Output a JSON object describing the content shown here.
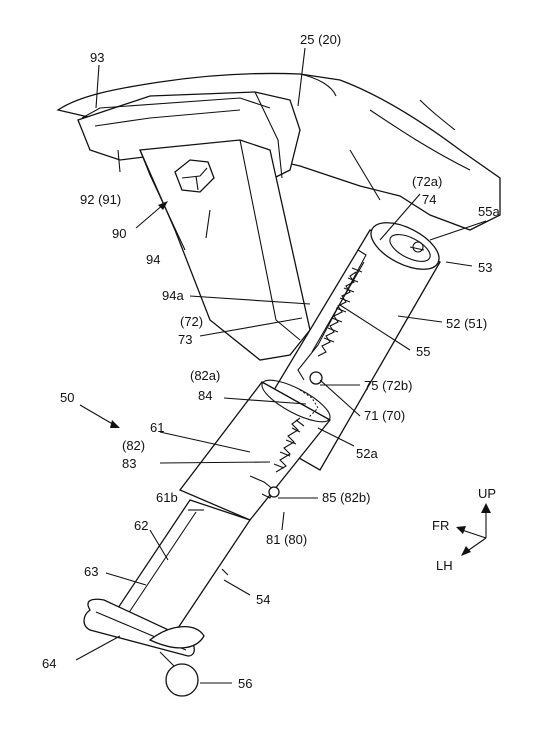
{
  "labels": {
    "l93": "93",
    "l25_20": "25 (20)",
    "l92_91": "92 (91)",
    "l90": "90",
    "l94": "94",
    "l72a": "(72a)",
    "l74": "74",
    "l55a": "55a",
    "l53": "53",
    "l94a": "94a",
    "l72": "(72)",
    "l73": "73",
    "l52_51": "52 (51)",
    "l55": "55",
    "l82a": "(82a)",
    "l84": "84",
    "l75_72b": "75 (72b)",
    "l50": "50",
    "l71_70": "71 (70)",
    "l61": "61",
    "l82": "(82)",
    "l83": "83",
    "l52a": "52a",
    "l61b": "61b",
    "l85_82b": "85 (82b)",
    "l81_80": "81 (80)",
    "l62": "62",
    "l63": "63",
    "l54": "54",
    "l64": "64",
    "l56": "56",
    "dir_up": "UP",
    "dir_fr": "FR",
    "dir_lh": "LH"
  }
}
